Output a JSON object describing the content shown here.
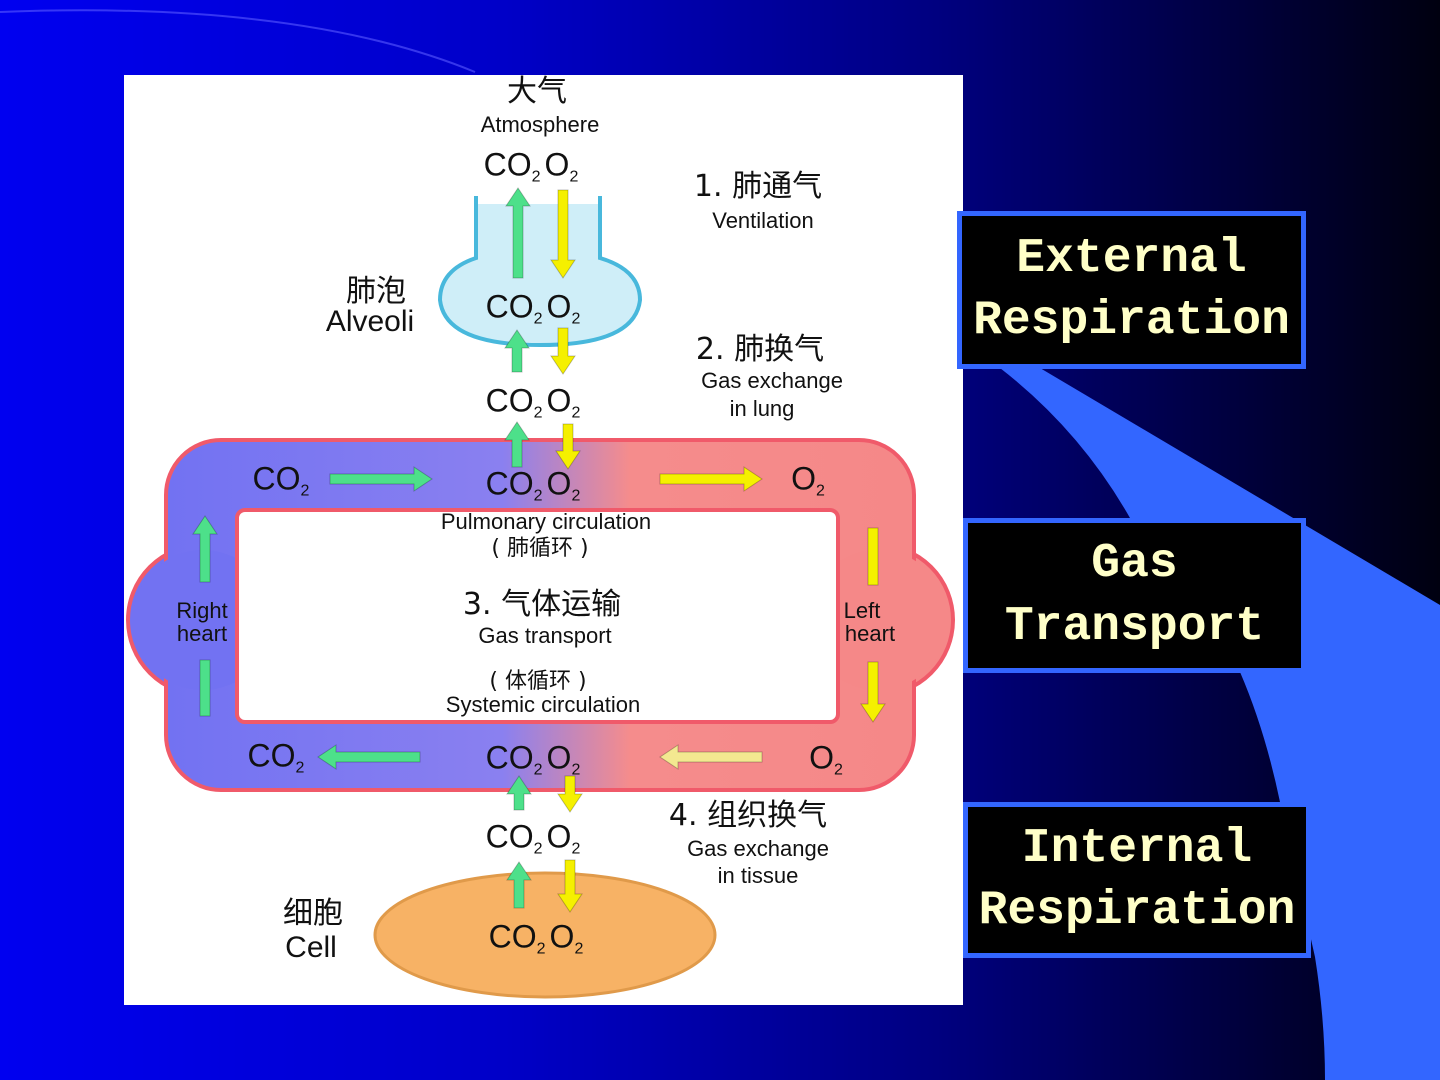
{
  "gases": {
    "co": "CO",
    "o": "O",
    "sub": "2"
  },
  "diagram": {
    "atmosphere_cn": "大气",
    "atmosphere_en": "Atmosphere",
    "step1_cn": "1. 肺通气",
    "step1_en": "Ventilation",
    "alveoli_cn": "肺泡",
    "alveoli_en": "Alveoli",
    "step2_cn": "2. 肺换气",
    "step2_en_1": "Gas exchange",
    "step2_en_2": "in lung",
    "pulmonary_en": "Pulmonary circulation",
    "pulmonary_cn": "( 肺循环 )",
    "right_heart_1": "Right",
    "right_heart_2": "heart",
    "left_heart_1": "Left",
    "left_heart_2": "heart",
    "step3_cn": "3. 气体运输",
    "step3_en": "Gas transport",
    "systemic_cn": "( 体循环 )",
    "systemic_en": "Systemic circulation",
    "step4_cn": "4. 组织换气",
    "step4_en_1": "Gas exchange",
    "step4_en_2": "in tissue",
    "cell_cn": "细胞",
    "cell_en": "Cell"
  },
  "labels": {
    "external": [
      "External",
      "Respiration"
    ],
    "transport": [
      "Gas",
      "Transport"
    ],
    "internal": [
      "Internal",
      "Respiration"
    ]
  },
  "colors": {
    "co2_arrow": "#4de08a",
    "o2_arrow": "#f5f000",
    "box_border": "#3366ff",
    "box_text": "#ffffc8"
  }
}
